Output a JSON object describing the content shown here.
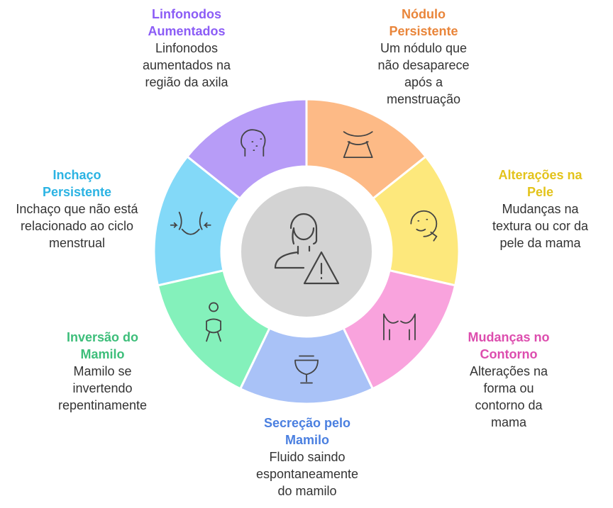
{
  "colors": {
    "lymph": "#B79CF7",
    "nodule": "#FDBA86",
    "skin": "#FDE87C",
    "contour": "#F9A3DD",
    "discharge": "#A9C2F7",
    "inversion": "#84F1BB",
    "swelling": "#83D9F8",
    "hub": "#D3D3D3",
    "title_lymph": "#8B5CF6",
    "title_nodule": "#E9853A",
    "title_skin": "#E3C31B",
    "title_contour": "#DD4DAE",
    "title_discharge": "#4A7FE0",
    "title_inversion": "#3DBE7A",
    "title_swelling": "#2BB3E3"
  },
  "segments": [
    {
      "key": "nodule",
      "icon": "torso-icon",
      "title": "Nódulo Persistente",
      "desc": "Um nódulo que não desaparece após a menstruação"
    },
    {
      "key": "skin",
      "icon": "skin-face-icon",
      "title": "Alterações na Pele",
      "desc": "Mudanças na textura ou cor da pele da mama"
    },
    {
      "key": "contour",
      "icon": "chest-contour-icon",
      "title": "Mudanças no Contorno",
      "desc": "Alterações na forma ou contorno da mama"
    },
    {
      "key": "discharge",
      "icon": "cup-icon",
      "title": "Secreção pelo Mamilo",
      "desc": "Fluido saindo espontaneamente do mamilo"
    },
    {
      "key": "inversion",
      "icon": "person-hunched-icon",
      "title": "Inversão do Mamilo",
      "desc": "Mamilo se invertendo repentinamente"
    },
    {
      "key": "swelling",
      "icon": "waist-icon",
      "title": "Inchaço Persistente",
      "desc": "Inchaço que não está relacionado ao ciclo menstrual"
    },
    {
      "key": "lymph",
      "icon": "head-spots-icon",
      "title": "Linfonodos Aumentados",
      "desc": "Linfonodos aumentados na região da axila"
    }
  ],
  "center_icon": "woman-warning-icon"
}
